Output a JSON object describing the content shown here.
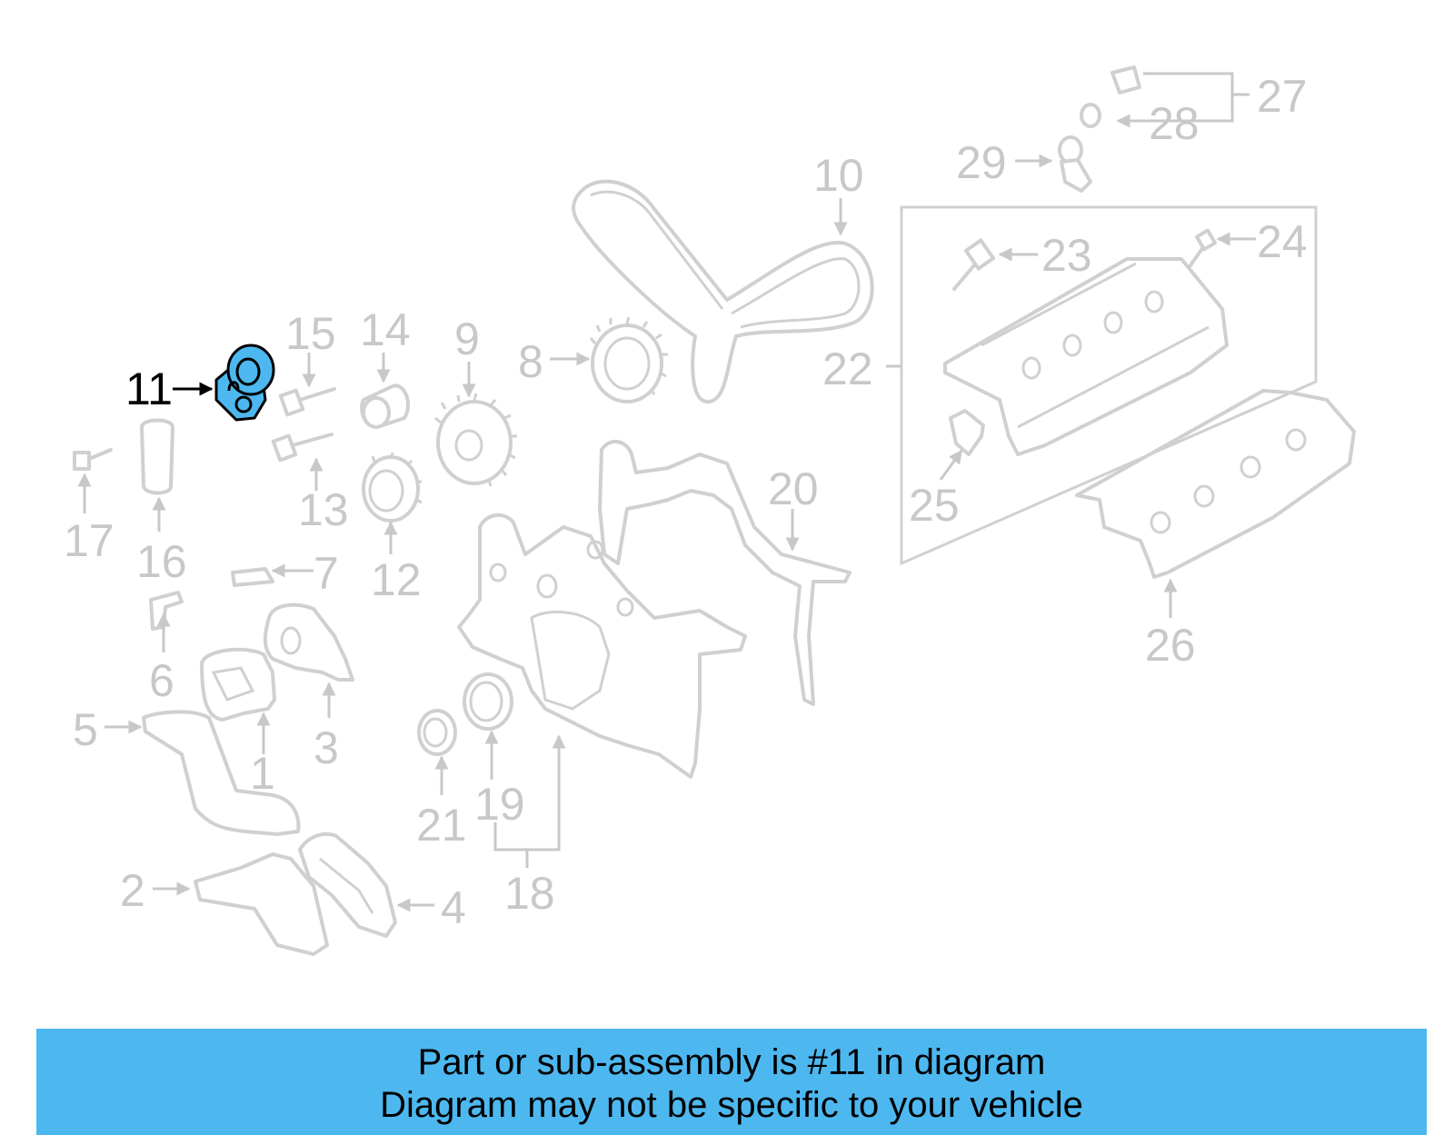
{
  "diagram": {
    "highlighted_part": "11",
    "callouts": {
      "c1": "1",
      "c2": "2",
      "c3": "3",
      "c4": "4",
      "c5": "5",
      "c6": "6",
      "c7": "7",
      "c8": "8",
      "c9": "9",
      "c10": "10",
      "c11": "11",
      "c12": "12",
      "c13": "13",
      "c14": "14",
      "c15": "15",
      "c16": "16",
      "c17": "17",
      "c18": "18",
      "c19": "19",
      "c20": "20",
      "c21": "21",
      "c22": "22",
      "c23": "23",
      "c24": "24",
      "c25": "25",
      "c26": "26",
      "c27": "27",
      "c28": "28",
      "c29": "29"
    },
    "colors": {
      "highlight": "#4db8f0",
      "inactive": "#c8c8c8",
      "active_label": "#000000"
    }
  },
  "banner": {
    "line1": "Part or sub-assembly is #11 in diagram",
    "line2": "Diagram may not be specific to your vehicle"
  }
}
